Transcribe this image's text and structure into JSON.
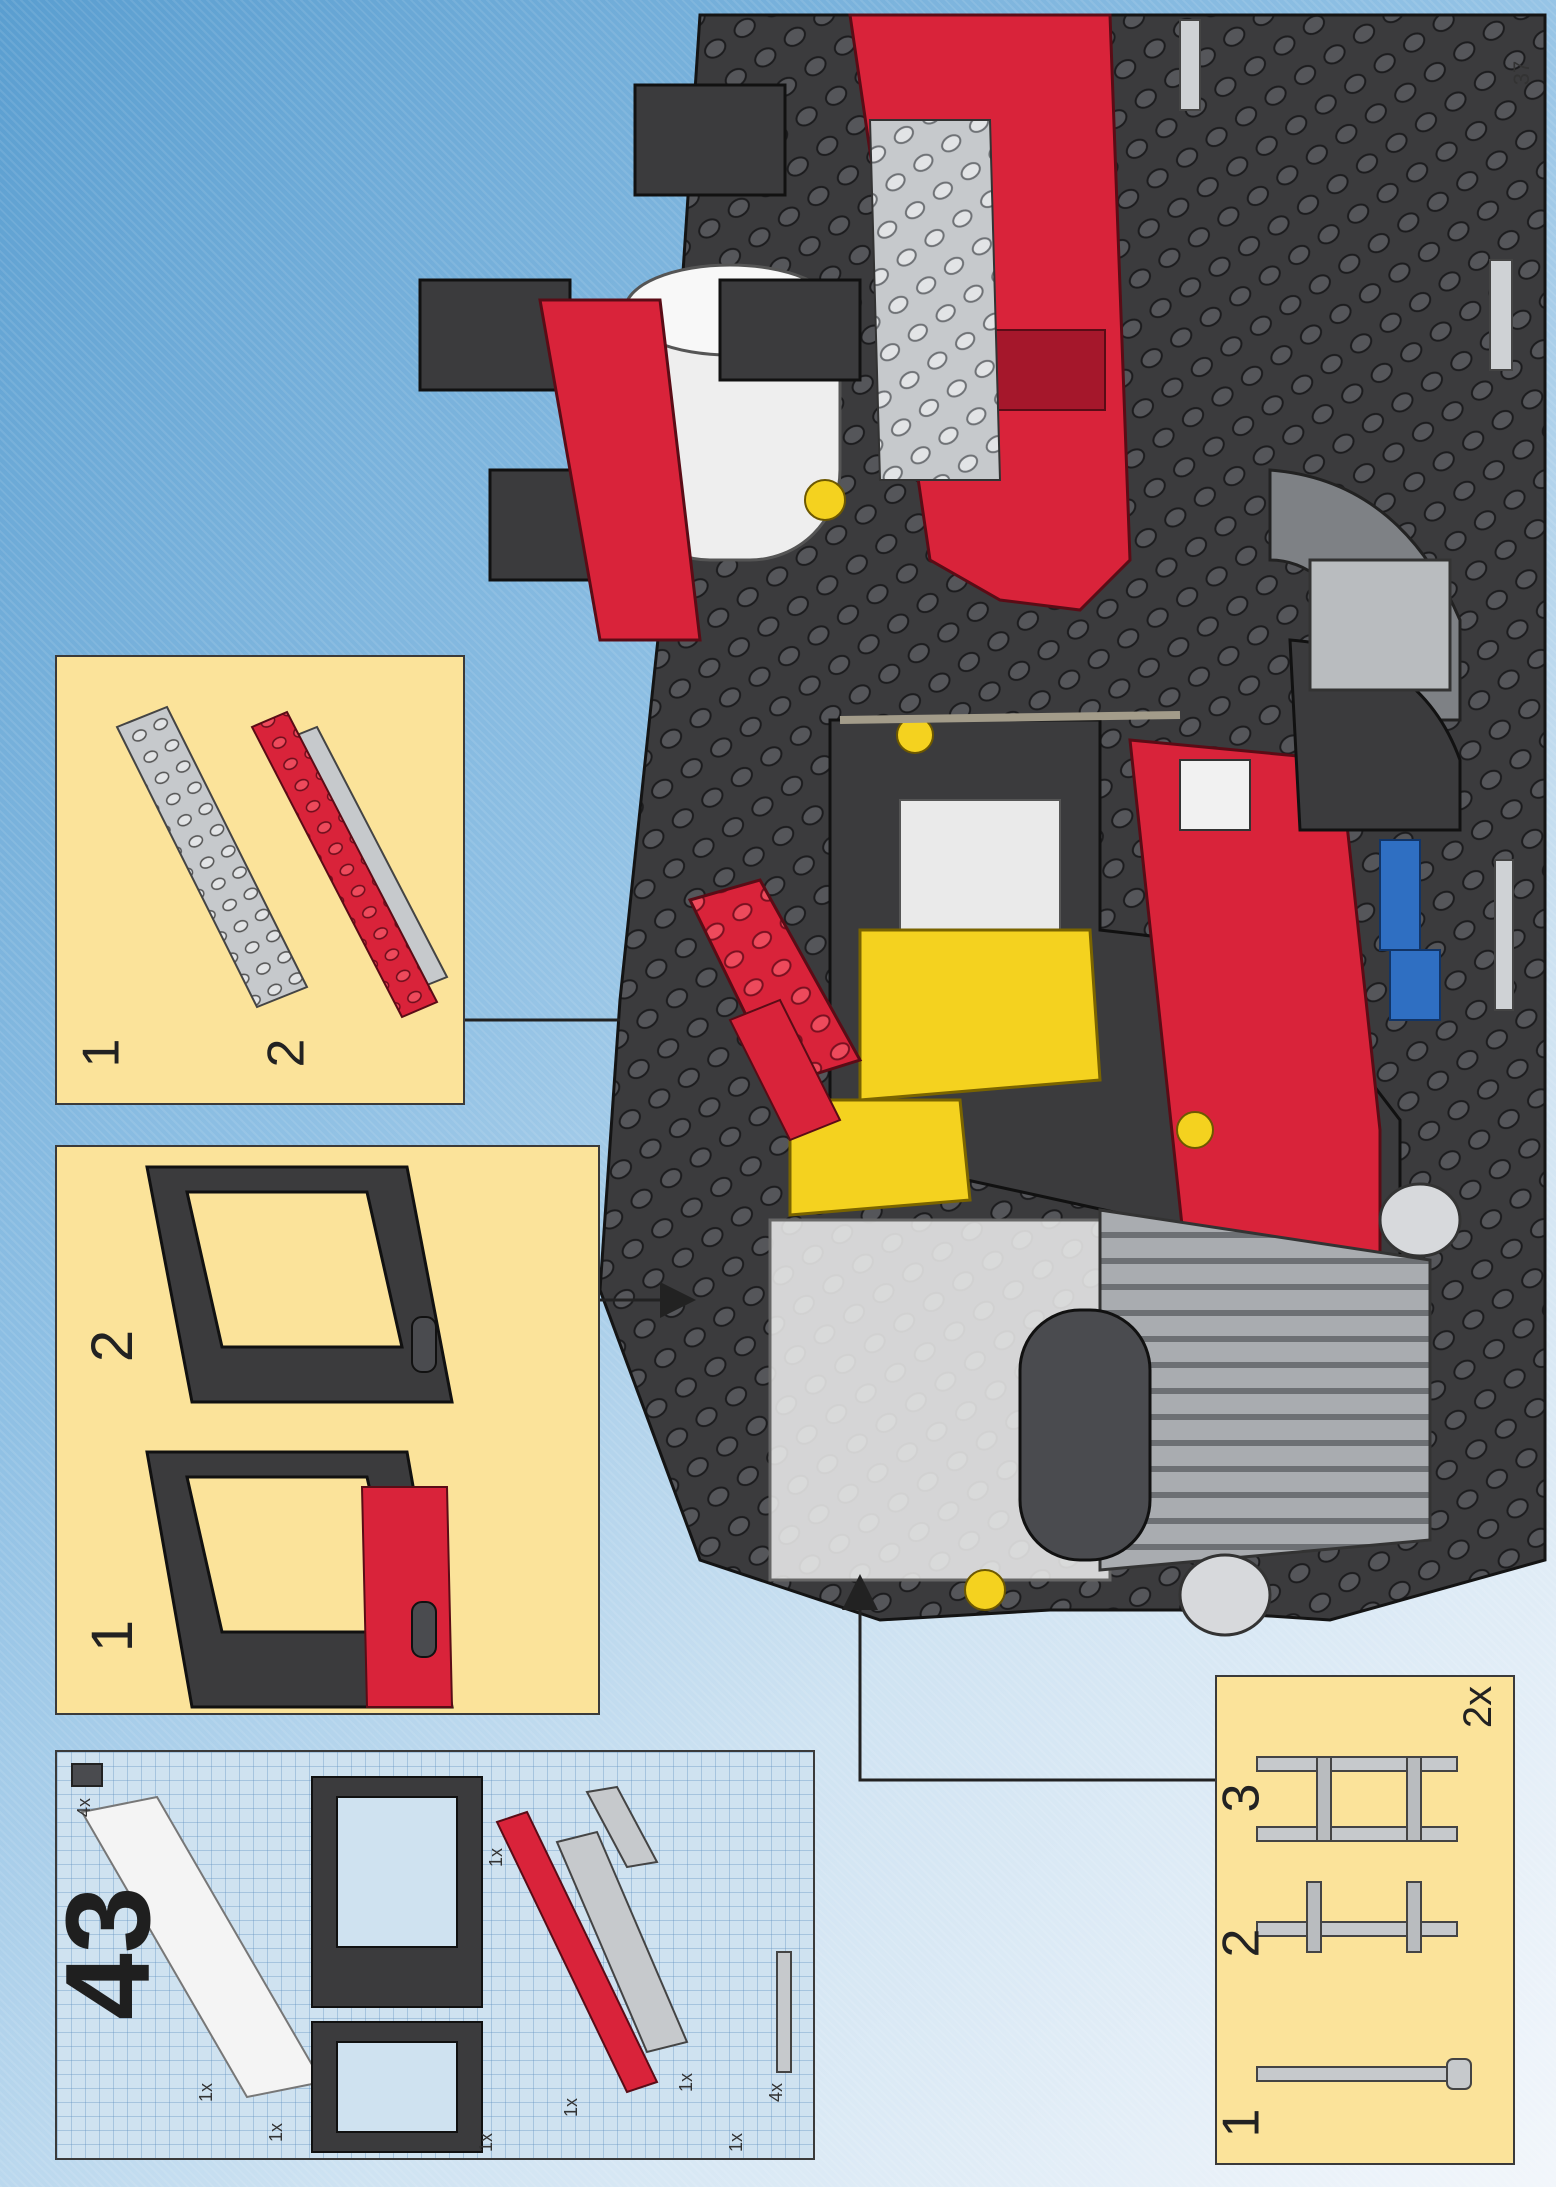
{
  "page": {
    "step_number": "43",
    "page_number": "37"
  },
  "parts_list": {
    "quantities": [
      "4x",
      "1x",
      "1x",
      "1x",
      "1x",
      "1x",
      "1x",
      "1x",
      "4x"
    ]
  },
  "sub_assembly_doors": {
    "steps": [
      "1",
      "2"
    ]
  },
  "sub_assembly_plates": {
    "steps": [
      "1",
      "2"
    ]
  },
  "sub_assembly_handles": {
    "steps": [
      "1",
      "2",
      "3"
    ],
    "multiplier": "2x"
  },
  "colors": {
    "background_blue": "#5a9ed0",
    "inset_yellow": "#fbe39a",
    "brick_red": "#d9233a",
    "brick_dark_gray": "#3b3b3d",
    "brick_light_gray": "#b9bcbf",
    "brick_yellow": "#f4d21f",
    "brick_blue": "#2f6fc2"
  }
}
